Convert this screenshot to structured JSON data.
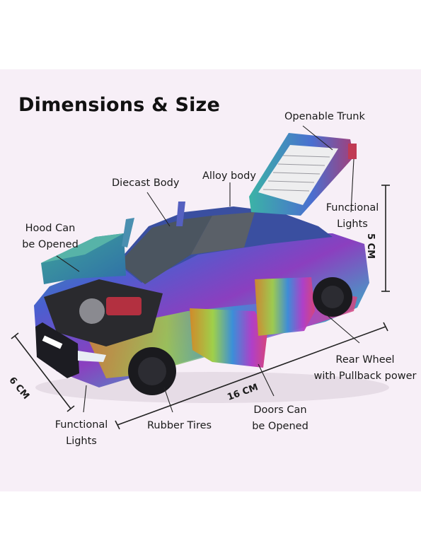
{
  "title": "Dimensions & Size",
  "callouts": {
    "openable_trunk": "Openable Trunk",
    "diecast_body": "Diecast Body",
    "alloy_body": "Alloy body",
    "functional_lights_rear": [
      "Functional",
      "Lights"
    ],
    "hood": [
      "Hood Can",
      "be Opened"
    ],
    "rear_wheel": [
      "Rear Wheel",
      "with Pullback power"
    ],
    "functional_lights_front": [
      "Functional",
      "Lights"
    ],
    "rubber_tires": "Rubber Tires",
    "doors": [
      "Doors Can",
      "be Opened"
    ]
  },
  "dimensions": {
    "height": "5 CM",
    "width": "6 CM",
    "length": "16 CM"
  },
  "colors": {
    "background_panel": "#f7eff7",
    "text": "#1a1a1a"
  }
}
